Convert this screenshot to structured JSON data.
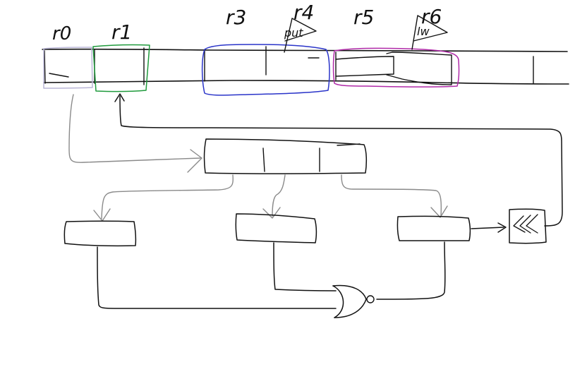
{
  "diagram": {
    "registers": {
      "r0": "r0",
      "r1": "r1",
      "r3": "r3",
      "r4": "r4",
      "r5": "r5",
      "r6": "r6"
    },
    "flags": {
      "put": "put",
      "lw": "lw"
    },
    "colors": {
      "ink": "#111111",
      "r0_highlight": "#b9b5d6",
      "r1_highlight": "#1f9a3c",
      "r3_highlight": "#2a34c9",
      "r5_highlight": "#b02aa8",
      "gray_connector": "#8a8a8a"
    },
    "icons": {
      "gate": "nor-gate-icon",
      "chevron_box": "triple-chevron-left-icon"
    }
  }
}
